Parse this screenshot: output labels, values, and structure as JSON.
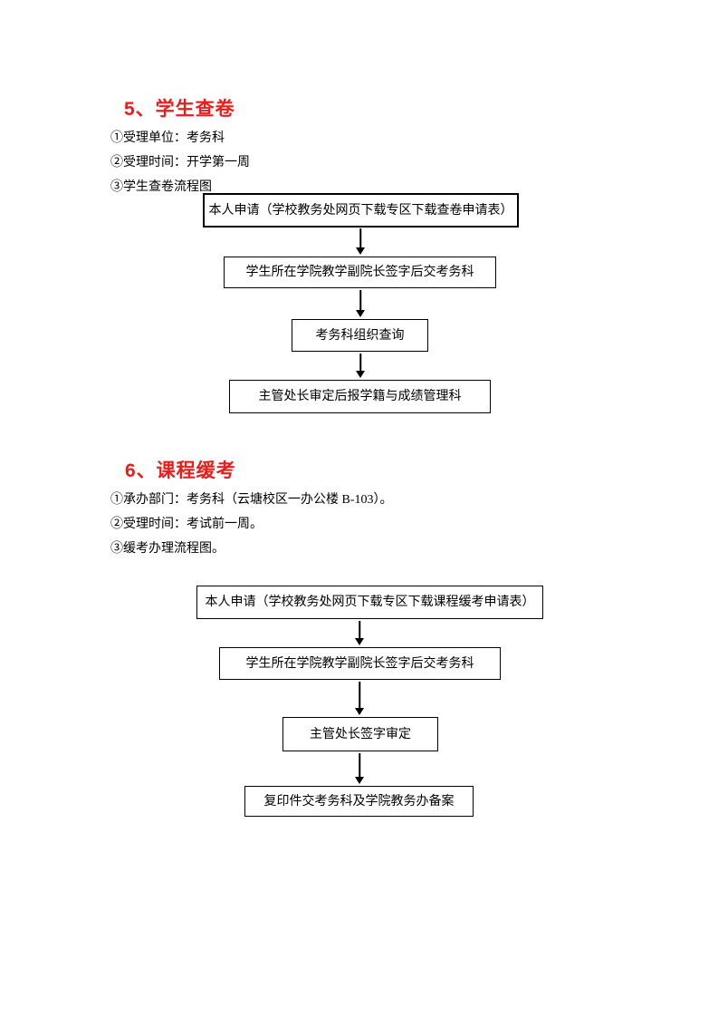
{
  "page": {
    "background": "#ffffff",
    "heading_color": "#ee1b1b",
    "text_color": "#000000",
    "box_border_color": "#000000"
  },
  "sections": [
    {
      "heading": "5、学生查卷",
      "lines": [
        "①受理单位：考务科",
        "②受理时间：开学第一周",
        "③学生查卷流程图"
      ],
      "flow": [
        "本人申请（学校教务处网页下载专区下载查卷申请表）",
        "学生所在学院教学副院长签字后交考务科",
        "考务科组织查询",
        "主管处长审定后报学籍与成绩管理科"
      ]
    },
    {
      "heading": "6、课程缓考",
      "lines": [
        "①承办部门：考务科（云塘校区一办公楼 B-103）。",
        "②受理时间：考试前一周。",
        "③缓考办理流程图。"
      ],
      "flow": [
        "本人申请（学校教务处网页下载专区下载课程缓考申请表）",
        "学生所在学院教学副院长签字后交考务科",
        "主管处长签字审定",
        "复印件交考务科及学院教务办备案"
      ]
    }
  ]
}
